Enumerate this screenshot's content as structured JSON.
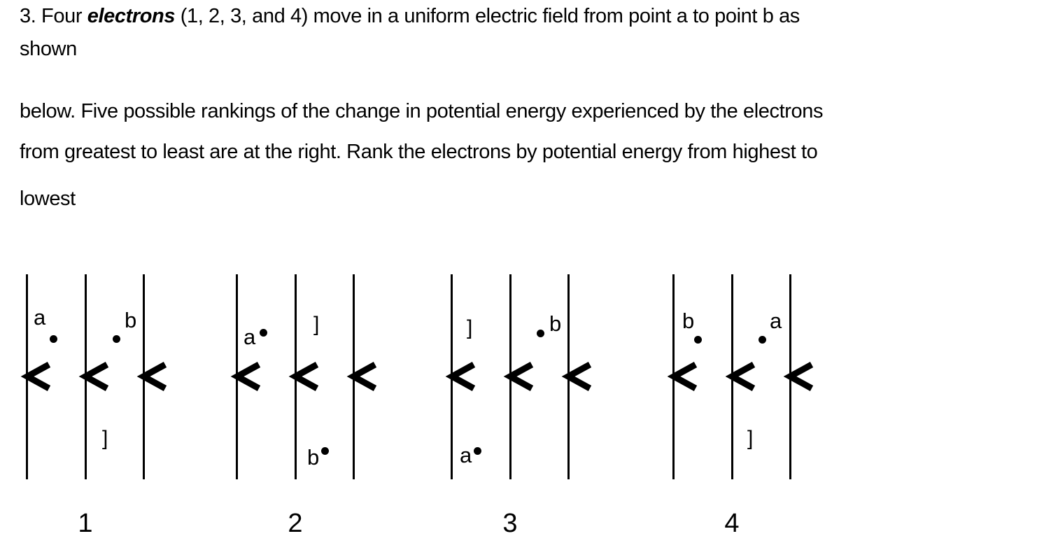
{
  "colors": {
    "background": "#ffffff",
    "ink": "#000000"
  },
  "problem_text": {
    "line1_prefix": "3. Four ",
    "line1_emphasis": "electrons",
    "line1_suffix": " (1, 2, 3, and 4) move in a uniform electric field from point a to point b as",
    "line2": "shown",
    "line3": "below. Five possible rankings of the change in potential energy experienced by the electrons",
    "line4": "from greatest to least are at the right. Rank the electrons by potential energy from highest to",
    "line5": "lowest"
  },
  "icons": {
    "field_arrow": "left-arrowhead"
  },
  "figures": [
    {
      "caption": "1",
      "point_a": "a",
      "point_b": "b",
      "bracket": "]"
    },
    {
      "caption": "2",
      "point_a": "a",
      "point_b": "b",
      "bracket": "]"
    },
    {
      "caption": "3",
      "point_a": "a",
      "point_b": "b",
      "bracket": "]"
    },
    {
      "caption": "4",
      "point_a": "a",
      "point_b": "b",
      "bracket": "]"
    }
  ]
}
